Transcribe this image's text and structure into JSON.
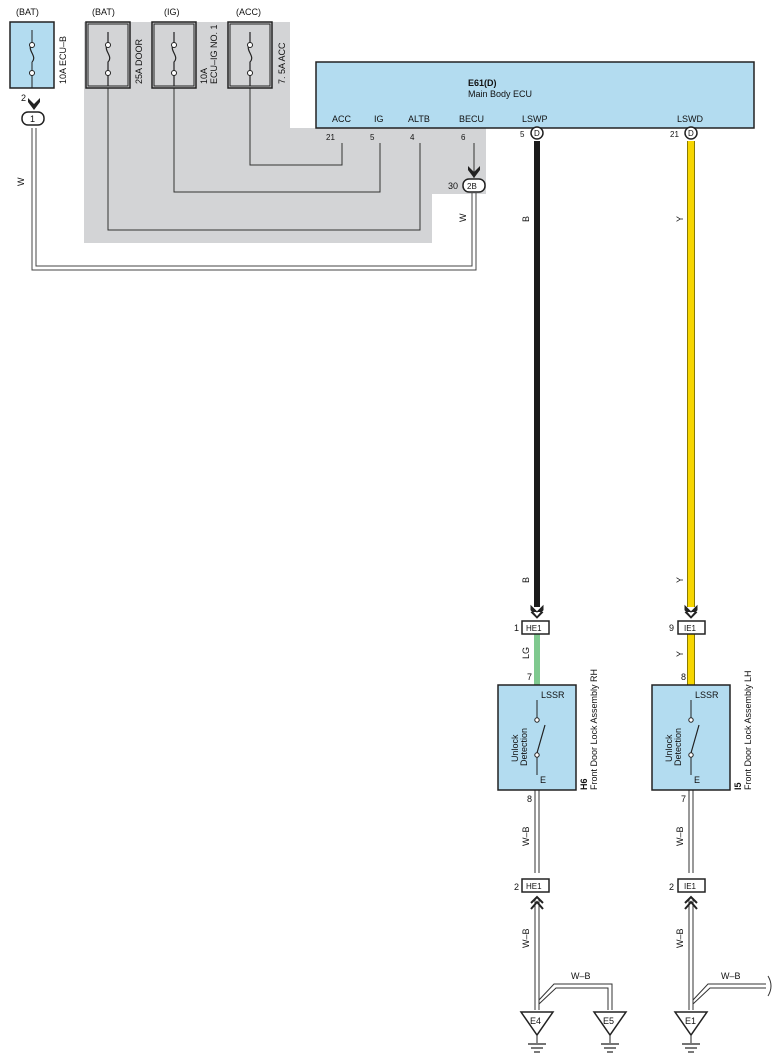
{
  "colors": {
    "shade": "#d3d4d6",
    "box_fill": "#b3dcf0",
    "wire_black": "#1a1a1a",
    "wire_yellow": "#f7d600",
    "wire_green": "#7fc98f",
    "outline": "#222222"
  },
  "fuses": [
    {
      "source": "(BAT)",
      "label": "10A ECU–B"
    },
    {
      "source": "(BAT)",
      "label": "25A DOOR"
    },
    {
      "source": "(IG)",
      "label_line1": "10A",
      "label_line2": "ECU–IG NO. 1"
    },
    {
      "source": "(ACC)",
      "label": "7. 5A ACC"
    }
  ],
  "ecu": {
    "code": "E61(D)",
    "name": "Main Body ECU",
    "pins": [
      {
        "name": "ACC",
        "num": "21"
      },
      {
        "name": "IG",
        "num": "5"
      },
      {
        "name": "ALTB",
        "num": "4"
      },
      {
        "name": "BECU",
        "num": "6"
      },
      {
        "name": "LSWP",
        "num": "5",
        "conn": "D"
      },
      {
        "name": "LSWD",
        "num": "21",
        "conn": "D"
      }
    ]
  },
  "left_connector": {
    "pin": "2",
    "id": "1"
  },
  "junction_2b": {
    "pin": "30",
    "id": "2B"
  },
  "wire_labels": {
    "white": "W",
    "black": "B",
    "yellow": "Y",
    "green": "LG",
    "white_black": "W–B"
  },
  "connectors": {
    "he1_top": {
      "pin": "1",
      "id": "HE1"
    },
    "ie1_top": {
      "pin": "9",
      "id": "IE1"
    },
    "he1_bottom": {
      "pin": "2",
      "id": "HE1"
    },
    "ie1_bottom": {
      "pin": "2",
      "id": "IE1"
    }
  },
  "lock_rh": {
    "code": "H6",
    "name": "Front Door Lock Assembly RH",
    "pin_top": "7",
    "pin_bottom": "8",
    "term_top": "LSSR",
    "term_bottom": "E",
    "detect_line1": "Unlock",
    "detect_line2": "Detection"
  },
  "lock_lh": {
    "code": "I5",
    "name": "Front Door Lock Assembly LH",
    "pin_top": "8",
    "pin_bottom": "7",
    "term_top": "LSSR",
    "term_bottom": "E",
    "detect_line1": "Unlock",
    "detect_line2": "Detection"
  },
  "grounds": [
    "E4",
    "E5",
    "E1"
  ]
}
